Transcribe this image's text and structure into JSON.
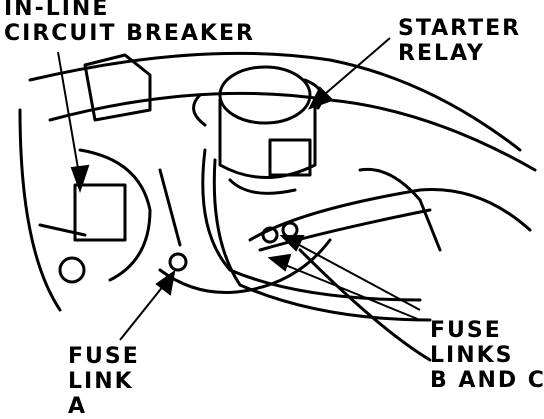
{
  "labels": {
    "circuit_breaker": [
      "IN-LINE",
      "CIRCUIT BREAKER"
    ],
    "starter_relay": [
      "STARTER",
      "RELAY"
    ],
    "fuse_links_bc": [
      "FUSE",
      "LINKS",
      "B AND C"
    ],
    "fuse_link_a": [
      "FUSE",
      "LINK",
      "A"
    ]
  },
  "colors": {
    "ink": "#000000",
    "paper": "#ffffff"
  }
}
